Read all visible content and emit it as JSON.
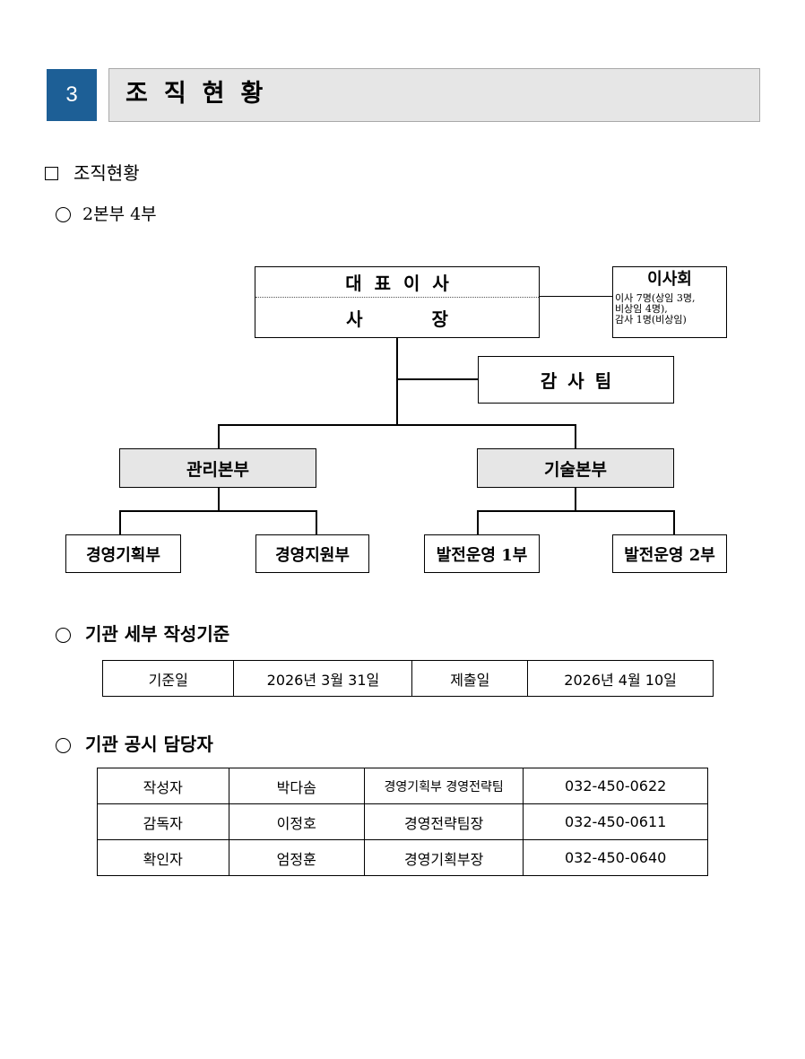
{
  "section": {
    "number": "3",
    "title": "조직현황"
  },
  "heading_main": "조직현황",
  "sub_summary": "2본부 4부",
  "org_chart": {
    "ceo_top": "대표이사",
    "ceo_bottom": "사 장",
    "board": {
      "title": "이사회",
      "note_lines": [
        "이사 7명(상임 3명,",
        "비상임 4명),",
        "감사 1명(비상임)"
      ]
    },
    "audit": "감사팀",
    "divisions": [
      {
        "name": "관리본부",
        "departments": [
          "경영기획부",
          "경영지원부"
        ]
      },
      {
        "name": "기술본부",
        "departments": [
          "발전운영 1부",
          "발전운영 2부"
        ]
      }
    ]
  },
  "criteria": {
    "heading": "기관 세부 작성기준",
    "row": [
      "기준일",
      "2026년 3월 31일",
      "제출일",
      "2026년 4월 10일"
    ]
  },
  "contacts": {
    "heading": "기관 공시 담당자",
    "rows": [
      [
        "작성자",
        "박다솜",
        "경영기획부 경영전략팀",
        "032-450-0622"
      ],
      [
        "감독자",
        "이정호",
        "경영전략팀장",
        "032-450-0611"
      ],
      [
        "확인자",
        "엄정훈",
        "경영기획부장",
        "032-450-0640"
      ]
    ]
  }
}
